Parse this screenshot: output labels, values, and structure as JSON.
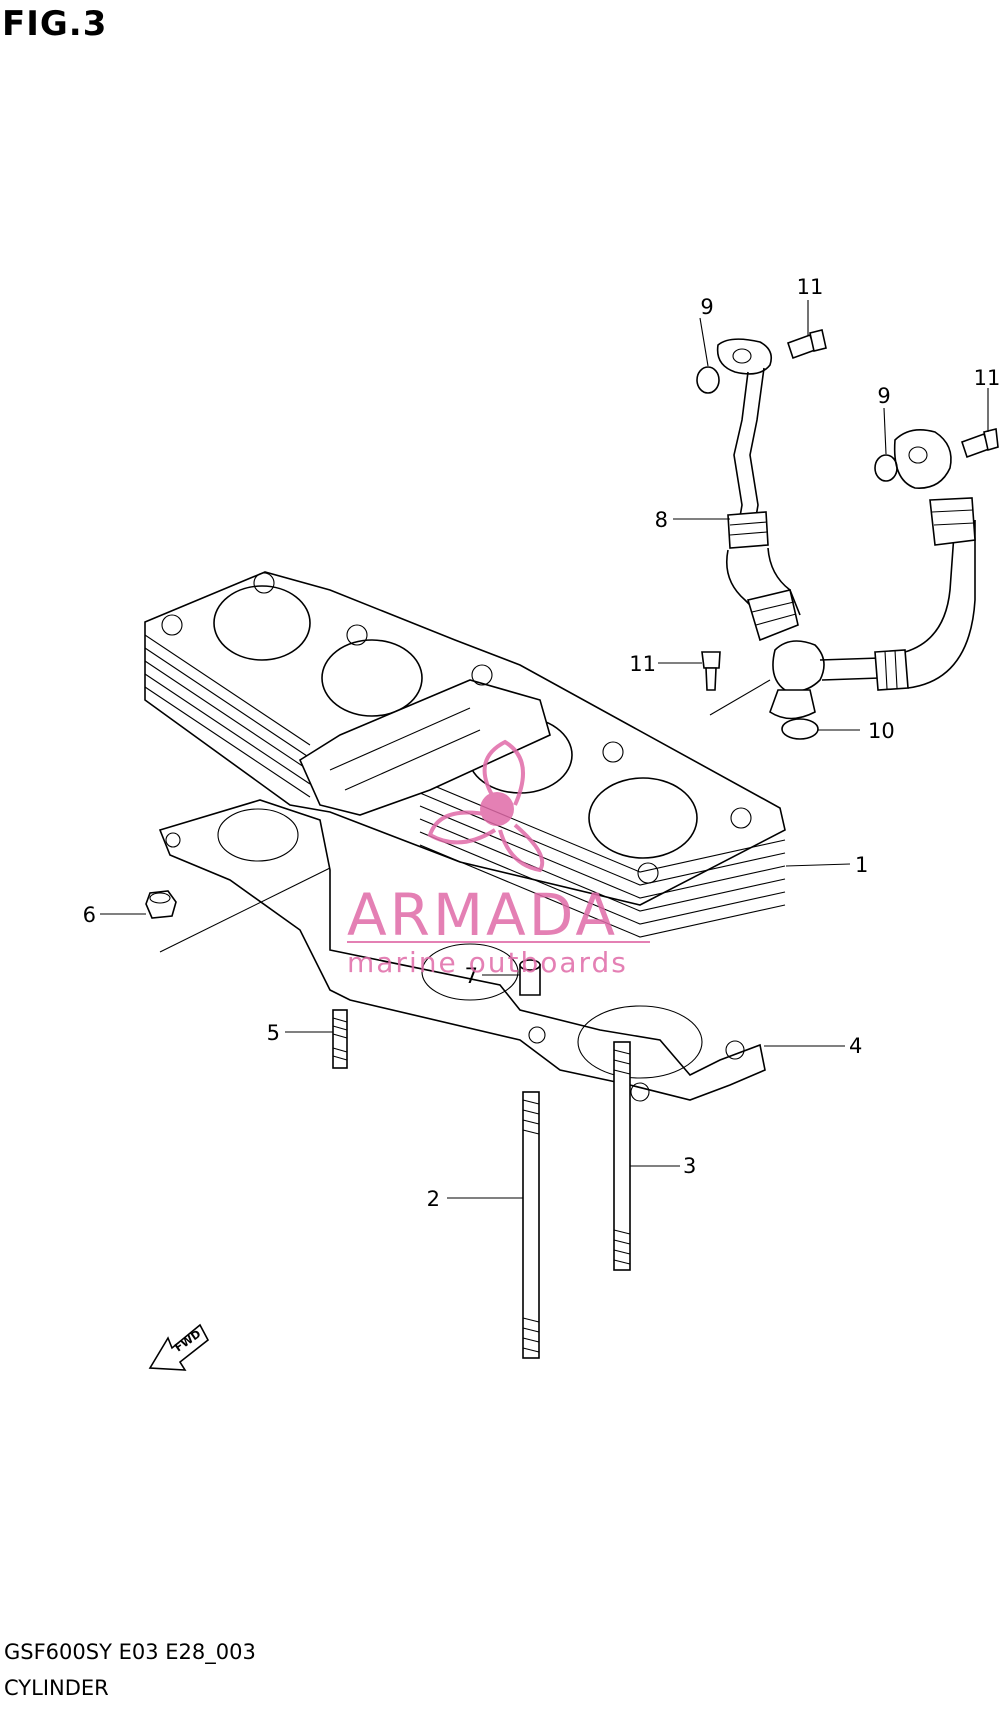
{
  "header": {
    "figure_label": "FIG.3"
  },
  "callouts": [
    "1",
    "2",
    "3",
    "4",
    "5",
    "6",
    "7",
    "8",
    "9",
    "9",
    "10",
    "11",
    "11",
    "11"
  ],
  "fwd_arrow": {
    "label": "FWD"
  },
  "watermark": {
    "brand": "ARMADA",
    "tagline": "marine outboards",
    "color": "#e06aa8"
  },
  "footer": {
    "model_code": "GSF600SY E03 E28_003",
    "section": "CYLINDER"
  }
}
